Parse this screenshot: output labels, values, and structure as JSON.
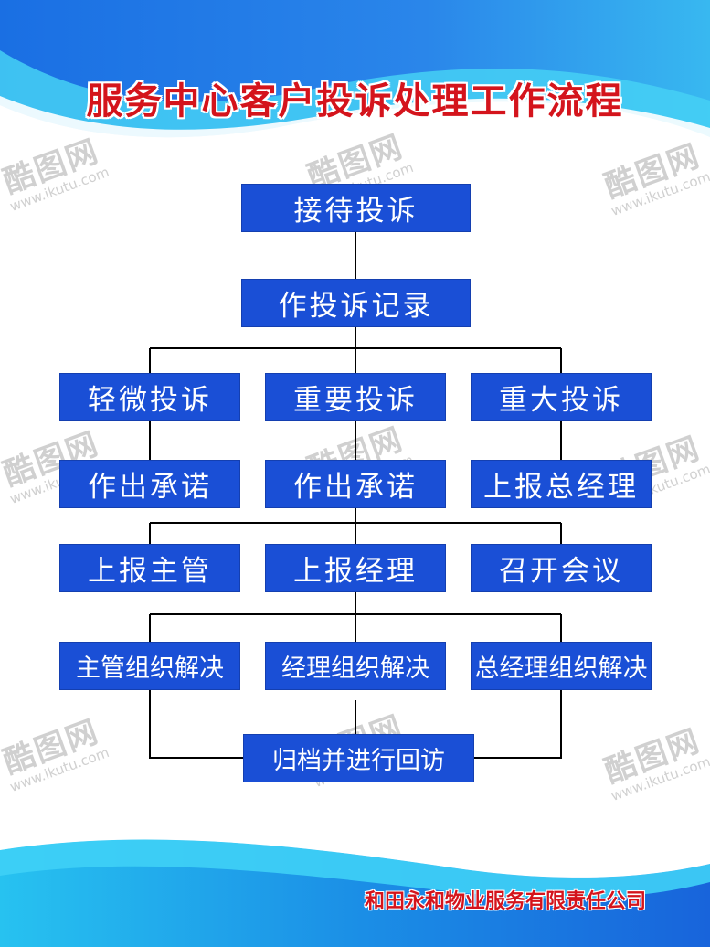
{
  "title": "服务中心客户投诉处理工作流程",
  "company": "和田永和物业服务有限责任公司",
  "colors": {
    "box_fill": "#1a4fd6",
    "box_text": "#ffffff",
    "title_red": "#d4141c",
    "line": "#000000",
    "band_blue": "#1f6ee0",
    "band_cyan": "#28c6f2"
  },
  "flow": {
    "n1": "接待投诉",
    "n2": "作投诉记录",
    "level": {
      "minor": "轻微投诉",
      "important": "重要投诉",
      "major": "重大投诉"
    },
    "promise_left": "作出承诺",
    "promise_center": "作出承诺",
    "report_gm": "上报总经理",
    "report_supervisor": "上报主管",
    "report_manager": "上报经理",
    "hold_meeting": "召开会议",
    "solve_supervisor": "主管组织解决",
    "solve_manager": "经理组织解决",
    "solve_gm": "总经理组织解决",
    "archive": "归档并进行回访"
  },
  "watermark": {
    "logo": "酷图网",
    "url": "www.ikutu.com"
  }
}
